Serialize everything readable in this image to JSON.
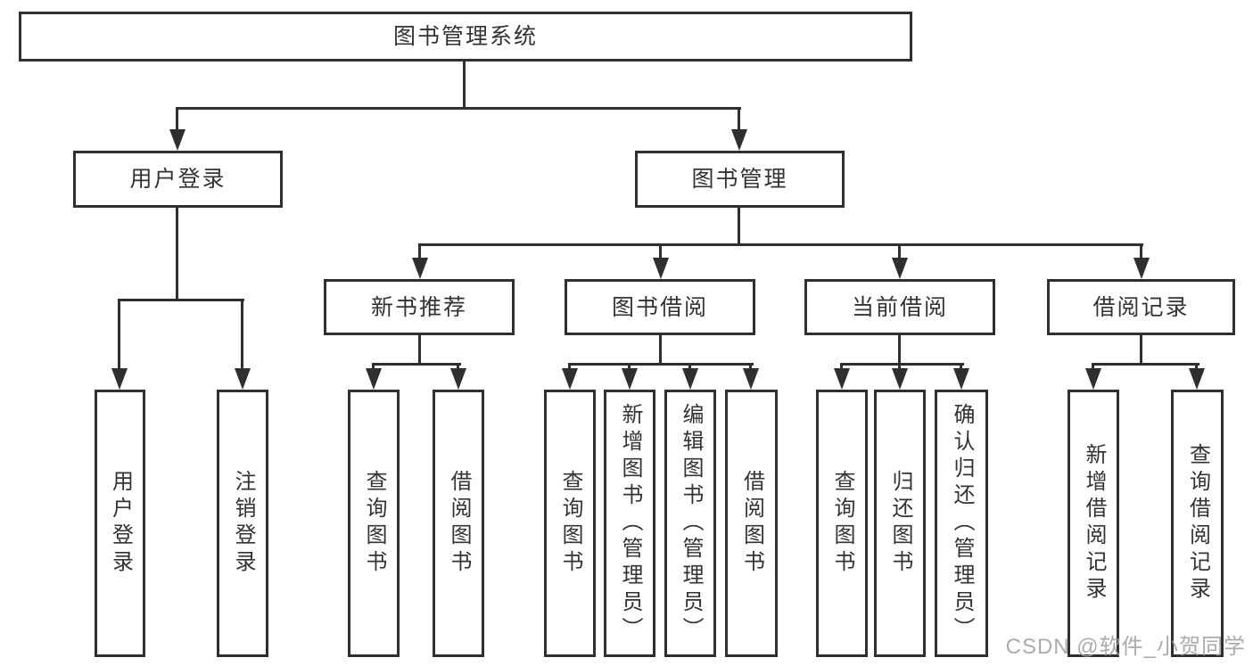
{
  "diagram": {
    "type": "hierarchy-tree",
    "colors": {
      "line": "#2f2f2f",
      "text": "#333333",
      "background": "#ffffff",
      "watermark": "#a2a2a2"
    },
    "watermark": "CSDN @软件_小贺同学",
    "tree": {
      "label": "图书管理系统",
      "children": [
        {
          "label": "用户登录",
          "children": [
            {
              "label": "用户登录"
            },
            {
              "label": "注销登录"
            }
          ]
        },
        {
          "label": "图书管理",
          "children": [
            {
              "label": "新书推荐",
              "children": [
                {
                  "label": "查询图书"
                },
                {
                  "label": "借阅图书"
                }
              ]
            },
            {
              "label": "图书借阅",
              "children": [
                {
                  "label": "查询图书"
                },
                {
                  "label": "新增图书（管理员）"
                },
                {
                  "label": "编辑图书（管理员）"
                },
                {
                  "label": "借阅图书"
                }
              ]
            },
            {
              "label": "当前借阅",
              "children": [
                {
                  "label": "查询图书"
                },
                {
                  "label": "归还图书"
                },
                {
                  "label": "确认归还（管理员）"
                }
              ]
            },
            {
              "label": "借阅记录",
              "children": [
                {
                  "label": "新增借阅记录"
                },
                {
                  "label": "查询借阅记录"
                }
              ]
            }
          ]
        }
      ]
    }
  }
}
